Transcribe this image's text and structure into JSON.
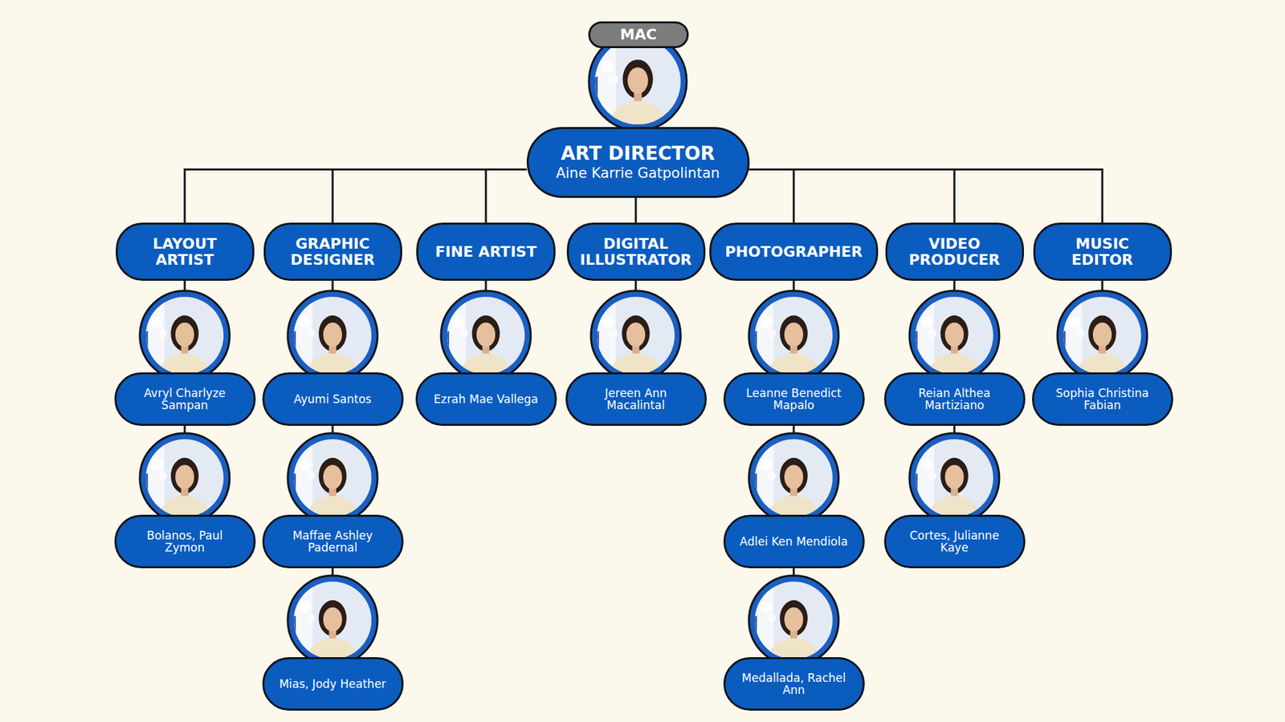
{
  "diagram": {
    "nodes": [
      {
        "text": [
          "MAC"
        ]
      },
      {
        "text": [
          "ART DIRECTOR",
          "Aine Karrie Gatpolintan"
        ]
      },
      {
        "text": [
          "LAYOUT ARTIST"
        ]
      },
      {
        "text": [
          "GRAPHIC DESIGNER"
        ]
      },
      {
        "text": [
          "FINE ARTIST"
        ]
      },
      {
        "text": [
          "DIGITAL ILLUSTRATOR"
        ]
      },
      {
        "text": [
          "PHOTOGRAPHER"
        ]
      },
      {
        "text": [
          "VIDEO PRODUCER"
        ]
      },
      {
        "text": [
          "MUSIC EDITOR"
        ]
      },
      {
        "text": [
          "Avryl Charlyze Sampan"
        ]
      },
      {
        "text": [
          "Bolanos, Paul Zymon"
        ]
      },
      {
        "text": [
          "Ayumi Santos"
        ]
      },
      {
        "text": [
          "Maffae Ashley Padernal"
        ]
      },
      {
        "text": [
          "Mias, Jody Heather"
        ]
      },
      {
        "text": [
          "Ezrah Mae Vallega"
        ]
      },
      {
        "text": [
          "Jereen Ann Macalintal"
        ]
      },
      {
        "text": [
          "Leanne Benedict Mapalo"
        ]
      },
      {
        "text": [
          "Adlei Ken Mendiola"
        ]
      },
      {
        "text": [
          "Medallada, Rachel Ann"
        ]
      },
      {
        "text": [
          "Reian Althea Martiziano"
        ]
      },
      {
        "text": [
          "Cortes, Julianne Kaye"
        ]
      },
      {
        "text": [
          "Sophia Christina Fabian"
        ]
      }
    ],
    "edges": [
      {
        "from": 1,
        "to": 2,
        "arrow": "none"
      },
      {
        "from": 1,
        "to": 3,
        "arrow": "none"
      },
      {
        "from": 1,
        "to": 4,
        "arrow": "none"
      },
      {
        "from": 1,
        "to": 5,
        "arrow": "none"
      },
      {
        "from": 1,
        "to": 6,
        "arrow": "none"
      },
      {
        "from": 1,
        "to": 7,
        "arrow": "none"
      },
      {
        "from": 1,
        "to": 8,
        "arrow": "none"
      },
      {
        "from": 2,
        "to": 9,
        "arrow": "none"
      },
      {
        "from": 9,
        "to": 10,
        "arrow": "none"
      },
      {
        "from": 3,
        "to": 11,
        "arrow": "none"
      },
      {
        "from": 11,
        "to": 12,
        "arrow": "none"
      },
      {
        "from": 12,
        "to": 13,
        "arrow": "none"
      },
      {
        "from": 4,
        "to": 14,
        "arrow": "none"
      },
      {
        "from": 5,
        "to": 15,
        "arrow": "none"
      },
      {
        "from": 6,
        "to": 16,
        "arrow": "none"
      },
      {
        "from": 16,
        "to": 17,
        "arrow": "none"
      },
      {
        "from": 17,
        "to": 18,
        "arrow": "none"
      },
      {
        "from": 7,
        "to": 19,
        "arrow": "none"
      },
      {
        "from": 19,
        "to": 20,
        "arrow": "none"
      },
      {
        "from": 8,
        "to": 21,
        "arrow": "none"
      }
    ]
  }
}
